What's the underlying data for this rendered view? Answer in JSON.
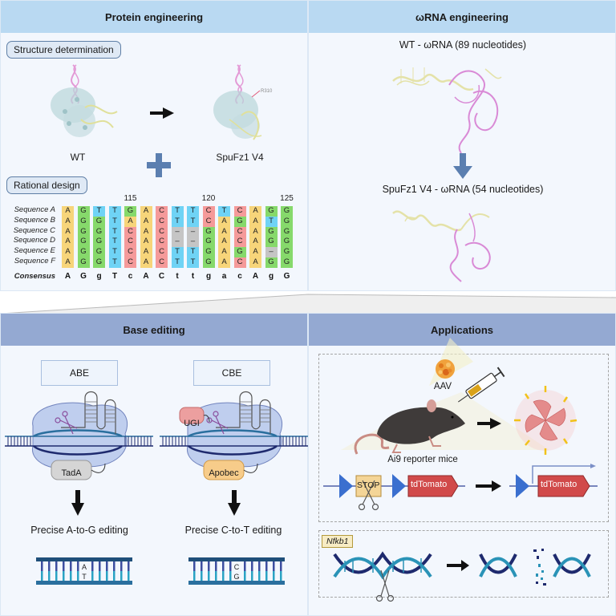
{
  "panels": {
    "protein": {
      "title": "Protein engineering",
      "structure_label": "Structure determination",
      "wt_label": "WT",
      "variant_label": "SpuFz1 V4",
      "residue_annotation": "R310",
      "rational_label": "Rational design"
    },
    "rna": {
      "title": "ωRNA engineering",
      "wt_label": "WT - ωRNA (89 nucleotides)",
      "variant_label": "SpuFz1 V4 - ωRNA (54 nucleotides)"
    },
    "base": {
      "title": "Base editing",
      "abe": {
        "box_label": "ABE",
        "deaminase": "TadA",
        "result_label": "Precise A-to-G editing",
        "pair_top": "A",
        "pair_bottom": "T"
      },
      "cbe": {
        "box_label": "CBE",
        "inhibitor": "UGI",
        "deaminase": "Apobec",
        "result_label": "Precise C-to-T editing",
        "pair_top": "C",
        "pair_bottom": "G"
      }
    },
    "app": {
      "title": "Applications",
      "vector_label": "AAV",
      "mouse_label": "Ai9 reporter mice",
      "stop_label": "STOP",
      "reporter_label": "tdTomato",
      "reporter_label_after": "tdTomato",
      "gene_label": "Nfkb1"
    }
  },
  "alignment": {
    "position_ticks": [
      {
        "label": "115",
        "col": 4
      },
      {
        "label": "120",
        "col": 9
      },
      {
        "label": "125",
        "col": 14
      }
    ],
    "sequences": [
      {
        "name": "Sequence A",
        "bases": [
          "A",
          "G",
          "T",
          "T",
          "G",
          "A",
          "C",
          "T",
          "T",
          "C",
          "T",
          "C",
          "A",
          "G",
          "G"
        ]
      },
      {
        "name": "Sequence B",
        "bases": [
          "A",
          "G",
          "G",
          "T",
          "A",
          "A",
          "C",
          "T",
          "T",
          "C",
          "A",
          "G",
          "A",
          "T",
          "G"
        ]
      },
      {
        "name": "Sequence C",
        "bases": [
          "A",
          "G",
          "G",
          "T",
          "C",
          "A",
          "C",
          "-",
          "-",
          "G",
          "A",
          "C",
          "A",
          "G",
          "G"
        ]
      },
      {
        "name": "Sequence D",
        "bases": [
          "A",
          "G",
          "G",
          "T",
          "C",
          "A",
          "C",
          "-",
          "-",
          "G",
          "A",
          "C",
          "A",
          "G",
          "G"
        ]
      },
      {
        "name": "Sequence E",
        "bases": [
          "A",
          "G",
          "G",
          "T",
          "C",
          "A",
          "C",
          "T",
          "T",
          "G",
          "A",
          "G",
          "A",
          "-",
          "G"
        ]
      },
      {
        "name": "Sequence F",
        "bases": [
          "A",
          "G",
          "G",
          "T",
          "C",
          "A",
          "C",
          "T",
          "T",
          "G",
          "A",
          "C",
          "A",
          "G",
          "G"
        ]
      }
    ],
    "consensus_label": "Consensus",
    "consensus": [
      "A",
      "G",
      "g",
      "T",
      "c",
      "A",
      "C",
      "t",
      "t",
      "g",
      "a",
      "c",
      "A",
      "g",
      "G"
    ],
    "base_colors": {
      "A": "#f7d57a",
      "G": "#86d96b",
      "T": "#6fd3f5",
      "C": "#f59a9a",
      "-": "#c5c5c5"
    }
  },
  "colors": {
    "accent_blue": "#5b7fb0",
    "header_light": "#b9d9f2",
    "header_dark": "#94a9d2",
    "dna_dark": "#1e2a6e",
    "dna_teal": "#2a93b7",
    "rna_pink": "#d98ad6",
    "rna_yellow": "#e4e2a8"
  }
}
